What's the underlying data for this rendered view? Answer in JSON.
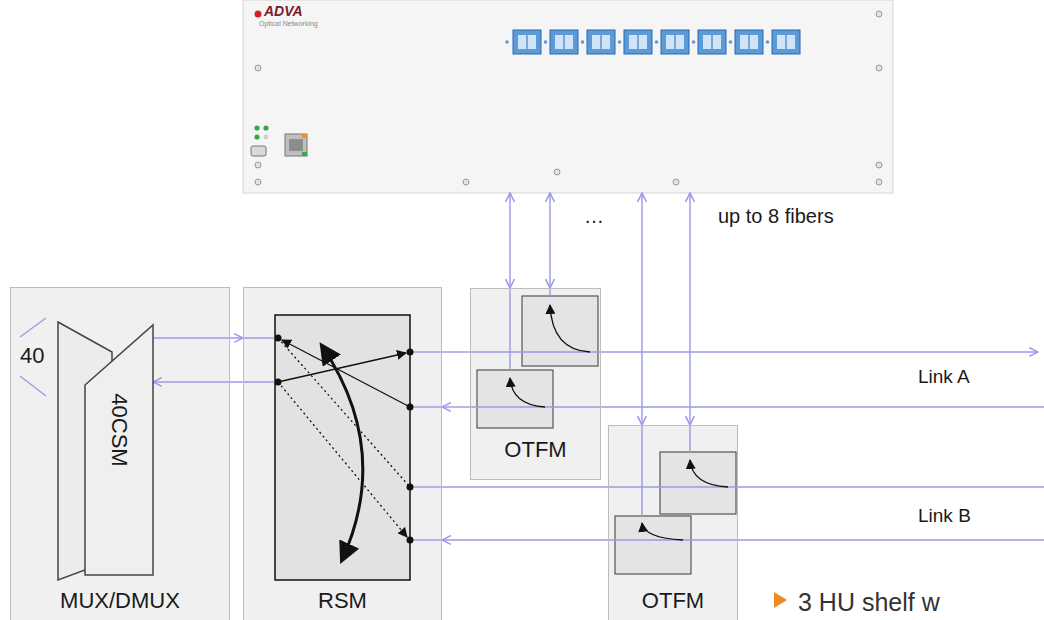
{
  "diagram": {
    "nodes": [
      {
        "text": [
          "ADVA",
          "Optical Networking"
        ]
      },
      {
        "text": [
          "MUX/DMUX"
        ]
      },
      {
        "text": [
          "40CSM"
        ],
        "in": 1
      },
      {
        "text": [
          "RSM"
        ]
      },
      {
        "text": [
          "OTFM"
        ]
      },
      {
        "text": [
          "OTFM"
        ]
      }
    ],
    "edges": [
      {
        "from": 2,
        "to": 3,
        "arrow": "to"
      },
      {
        "from": 3,
        "to": 2,
        "arrow": "to"
      },
      {
        "from": 3,
        "to": 4,
        "arrow": "none"
      },
      {
        "from": 4,
        "to": 3,
        "arrow": "to"
      },
      {
        "from": 3,
        "to": 5,
        "arrow": "none"
      },
      {
        "from": 5,
        "to": 3,
        "arrow": "to"
      },
      {
        "from": 4,
        "to": 0,
        "arrow": "both"
      },
      {
        "from": 4,
        "to": 0,
        "arrow": "both"
      },
      {
        "from": 5,
        "to": 0,
        "arrow": "both"
      },
      {
        "from": 5,
        "to": 0,
        "arrow": "both"
      }
    ],
    "labels": [
      "40",
      "…",
      "up to 8 fibers",
      "Link A",
      "Link B",
      "3 HU shelf w"
    ]
  }
}
